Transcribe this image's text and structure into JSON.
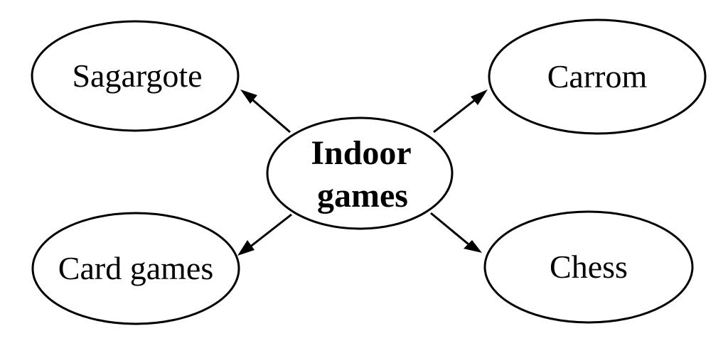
{
  "center": {
    "line1": "Indoor",
    "line2": "games"
  },
  "nodes": {
    "top_left": "Sagargote",
    "top_right": "Carrom",
    "bottom_left": "Card games",
    "bottom_right": "Chess"
  },
  "colors": {
    "stroke": "#000000",
    "background": "#ffffff"
  }
}
